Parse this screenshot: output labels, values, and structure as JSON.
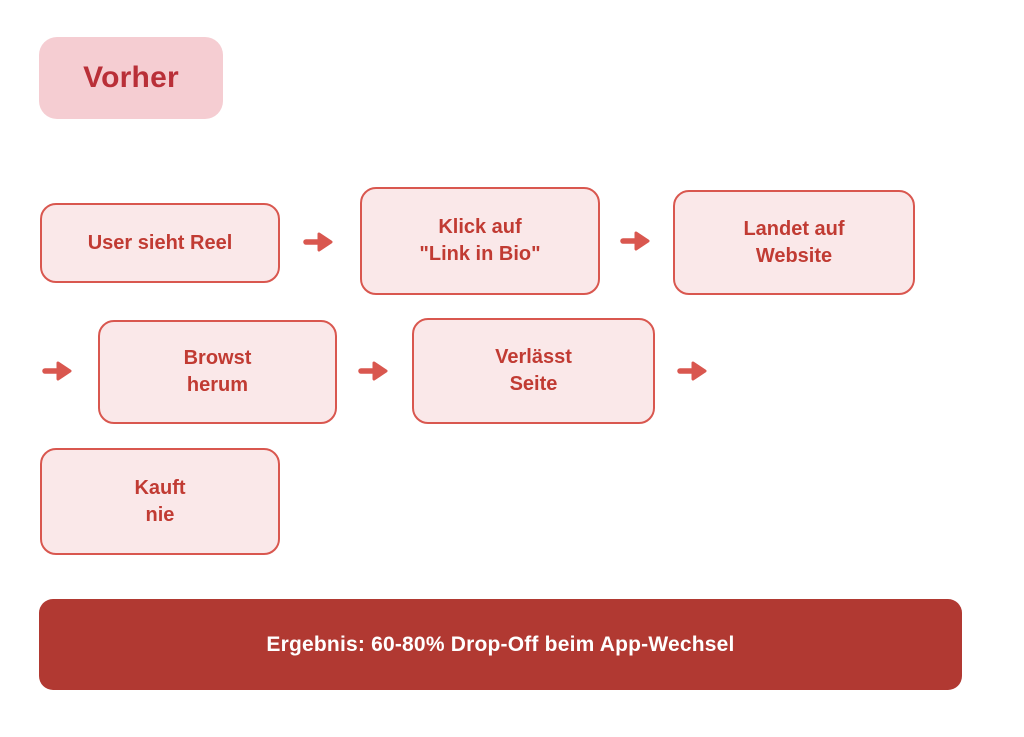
{
  "badge": {
    "label": "Vorher"
  },
  "flow": {
    "boxes": [
      {
        "label": "User sieht Reel"
      },
      {
        "label": "Klick auf\n\"Link in Bio\""
      },
      {
        "label": "Landet auf\nWebsite"
      },
      {
        "label": "Browst\nherum"
      },
      {
        "label": "Verlässt\nSeite"
      },
      {
        "label": "Kauft\nnie"
      }
    ],
    "arrow_icon": "→"
  },
  "banner": {
    "label": "Ergebnis: 60-80% Drop-Off beim App-Wechsel"
  },
  "colors": {
    "badge_bg": "#f5cdd2",
    "badge_text": "#b92f38",
    "box_fill": "#fae8e9",
    "box_border": "#d9574f",
    "box_text": "#c13b33",
    "arrow": "#d9574f",
    "banner_bg": "#b13932",
    "banner_text": "#ffffff",
    "page_bg": "#ffffff"
  }
}
